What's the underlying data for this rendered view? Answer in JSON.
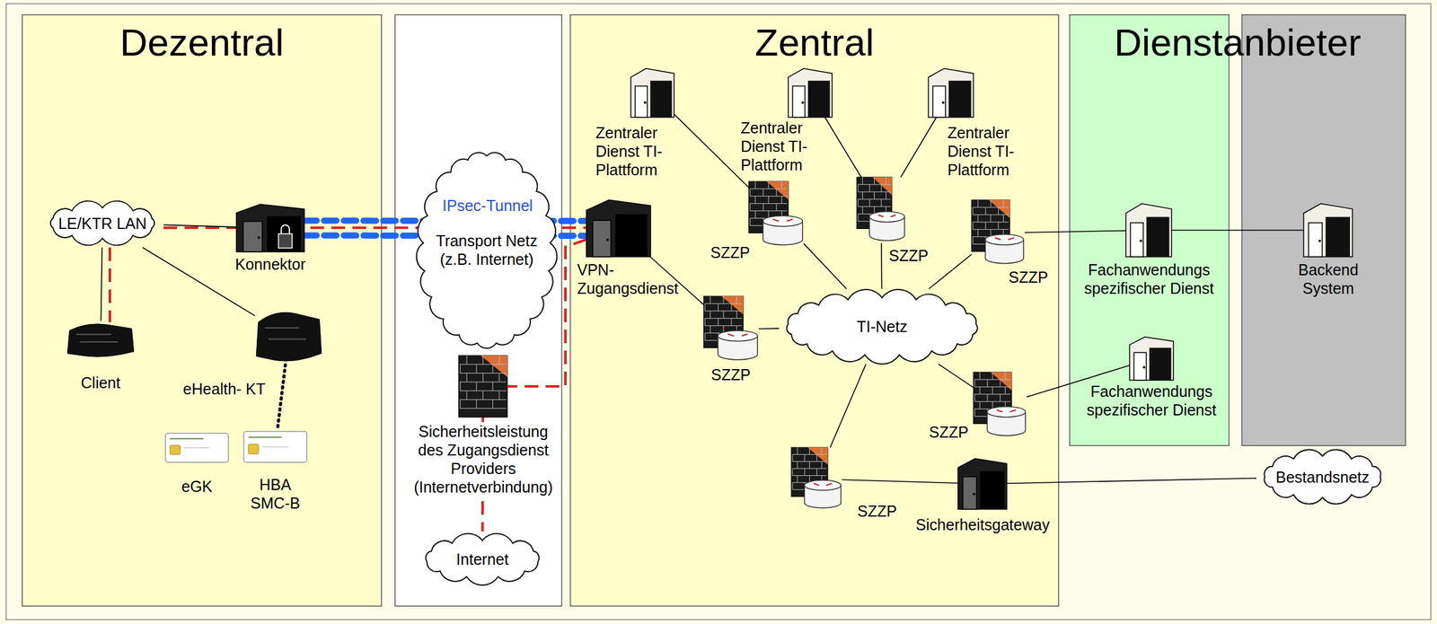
{
  "diagram": {
    "nodes": [
      {
        "text": [
          "Dezentral"
        ]
      },
      {
        "text": [
          "LE/KTR LAN"
        ],
        "in": 0
      },
      {
        "text": [
          "Konnektor"
        ],
        "in": 0
      },
      {
        "text": [
          "Client"
        ],
        "in": 0
      },
      {
        "text": [
          "eHealth- KT"
        ],
        "in": 0
      },
      {
        "text": [
          "eGK"
        ],
        "in": 0
      },
      {
        "text": [
          "HBA SMC-B"
        ],
        "in": 0
      },
      {
        "text": [
          "Transport Netz (z.B. Internet)"
        ]
      },
      {
        "text": [
          "Sicherheitsleistung des Zugangsdienst Providers (Internetverbindung)"
        ]
      },
      {
        "text": [
          "Internet"
        ]
      },
      {
        "text": [
          "Zentral"
        ]
      },
      {
        "text": [
          "Zentraler Dienst TI-Plattform"
        ],
        "in": 10
      },
      {
        "text": [
          "Zentraler Dienst TI-Plattform"
        ],
        "in": 10
      },
      {
        "text": [
          "Zentraler Dienst TI-Plattform"
        ],
        "in": 10
      },
      {
        "text": [
          "VPN- Zugangsdienst"
        ],
        "in": 10
      },
      {
        "text": [
          "SZZP"
        ],
        "in": 10
      },
      {
        "text": [
          "SZZP"
        ],
        "in": 10
      },
      {
        "text": [
          "SZZP"
        ],
        "in": 10
      },
      {
        "text": [
          "SZZP"
        ],
        "in": 10
      },
      {
        "text": [
          "TI-Netz"
        ],
        "in": 10
      },
      {
        "text": [
          "SZZP"
        ],
        "in": 10
      },
      {
        "text": [
          "SZZP"
        ],
        "in": 10
      },
      {
        "text": [
          "Sicherheitsgateway"
        ],
        "in": 10
      },
      {
        "text": [
          "Dienstanbieter"
        ]
      },
      {
        "text": [
          "Fachanwendungs spezifischer Dienst"
        ],
        "in": 23
      },
      {
        "text": [
          "Backend System"
        ],
        "in": 23
      },
      {
        "text": [
          "Fachanwendungs spezifischer Dienst"
        ],
        "in": 23
      },
      {
        "text": [
          "Bestandsnetz"
        ]
      }
    ],
    "edges": [
      {
        "from": 1,
        "to": 2,
        "arrow": "none"
      },
      {
        "from": 1,
        "to": 3,
        "arrow": "none"
      },
      {
        "from": 1,
        "to": 4,
        "arrow": "none"
      },
      {
        "from": 4,
        "to": 6,
        "arrow": "none"
      },
      {
        "from": 2,
        "to": 14,
        "label": "IPsec-Tunnel",
        "arrow": "none"
      },
      {
        "from": 14,
        "to": 8,
        "arrow": "none"
      },
      {
        "from": 8,
        "to": 9,
        "arrow": "none"
      },
      {
        "from": 14,
        "to": 18,
        "arrow": "none"
      },
      {
        "from": 11,
        "to": 15,
        "arrow": "none"
      },
      {
        "from": 12,
        "to": 16,
        "arrow": "none"
      },
      {
        "from": 13,
        "to": 16,
        "arrow": "none"
      },
      {
        "from": 15,
        "to": 19,
        "arrow": "none"
      },
      {
        "from": 16,
        "to": 19,
        "arrow": "none"
      },
      {
        "from": 17,
        "to": 19,
        "arrow": "none"
      },
      {
        "from": 18,
        "to": 19,
        "arrow": "none"
      },
      {
        "from": 20,
        "to": 19,
        "arrow": "none"
      },
      {
        "from": 21,
        "to": 19,
        "arrow": "none"
      },
      {
        "from": 17,
        "to": 24,
        "arrow": "none"
      },
      {
        "from": 24,
        "to": 25,
        "arrow": "none"
      },
      {
        "from": 20,
        "to": 26,
        "arrow": "none"
      },
      {
        "from": 21,
        "to": 22,
        "arrow": "none"
      },
      {
        "from": 22,
        "to": 27,
        "arrow": "none"
      }
    ]
  }
}
